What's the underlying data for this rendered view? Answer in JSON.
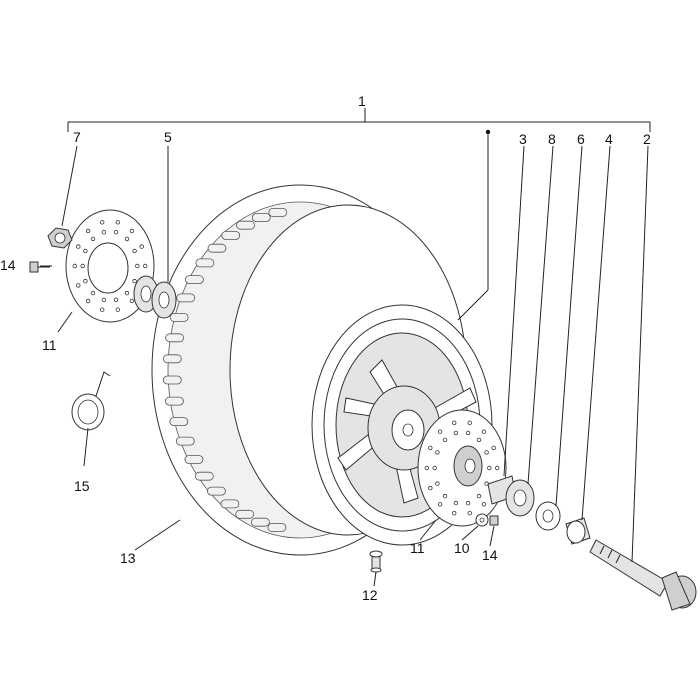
{
  "diagram": {
    "callouts": [
      {
        "id": "c1",
        "label": "1"
      },
      {
        "id": "c2",
        "label": "2"
      },
      {
        "id": "c3",
        "label": "3"
      },
      {
        "id": "c4",
        "label": "4"
      },
      {
        "id": "c5",
        "label": "5"
      },
      {
        "id": "c6",
        "label": "6"
      },
      {
        "id": "c7",
        "label": "7"
      },
      {
        "id": "c8",
        "label": "8"
      },
      {
        "id": "c10",
        "label": "10"
      },
      {
        "id": "c11a",
        "label": "11"
      },
      {
        "id": "c11b",
        "label": "11"
      },
      {
        "id": "c12",
        "label": "12"
      },
      {
        "id": "c13",
        "label": "13"
      },
      {
        "id": "c14a",
        "label": "14"
      },
      {
        "id": "c14b",
        "label": "14"
      },
      {
        "id": "c15",
        "label": "15"
      }
    ]
  }
}
